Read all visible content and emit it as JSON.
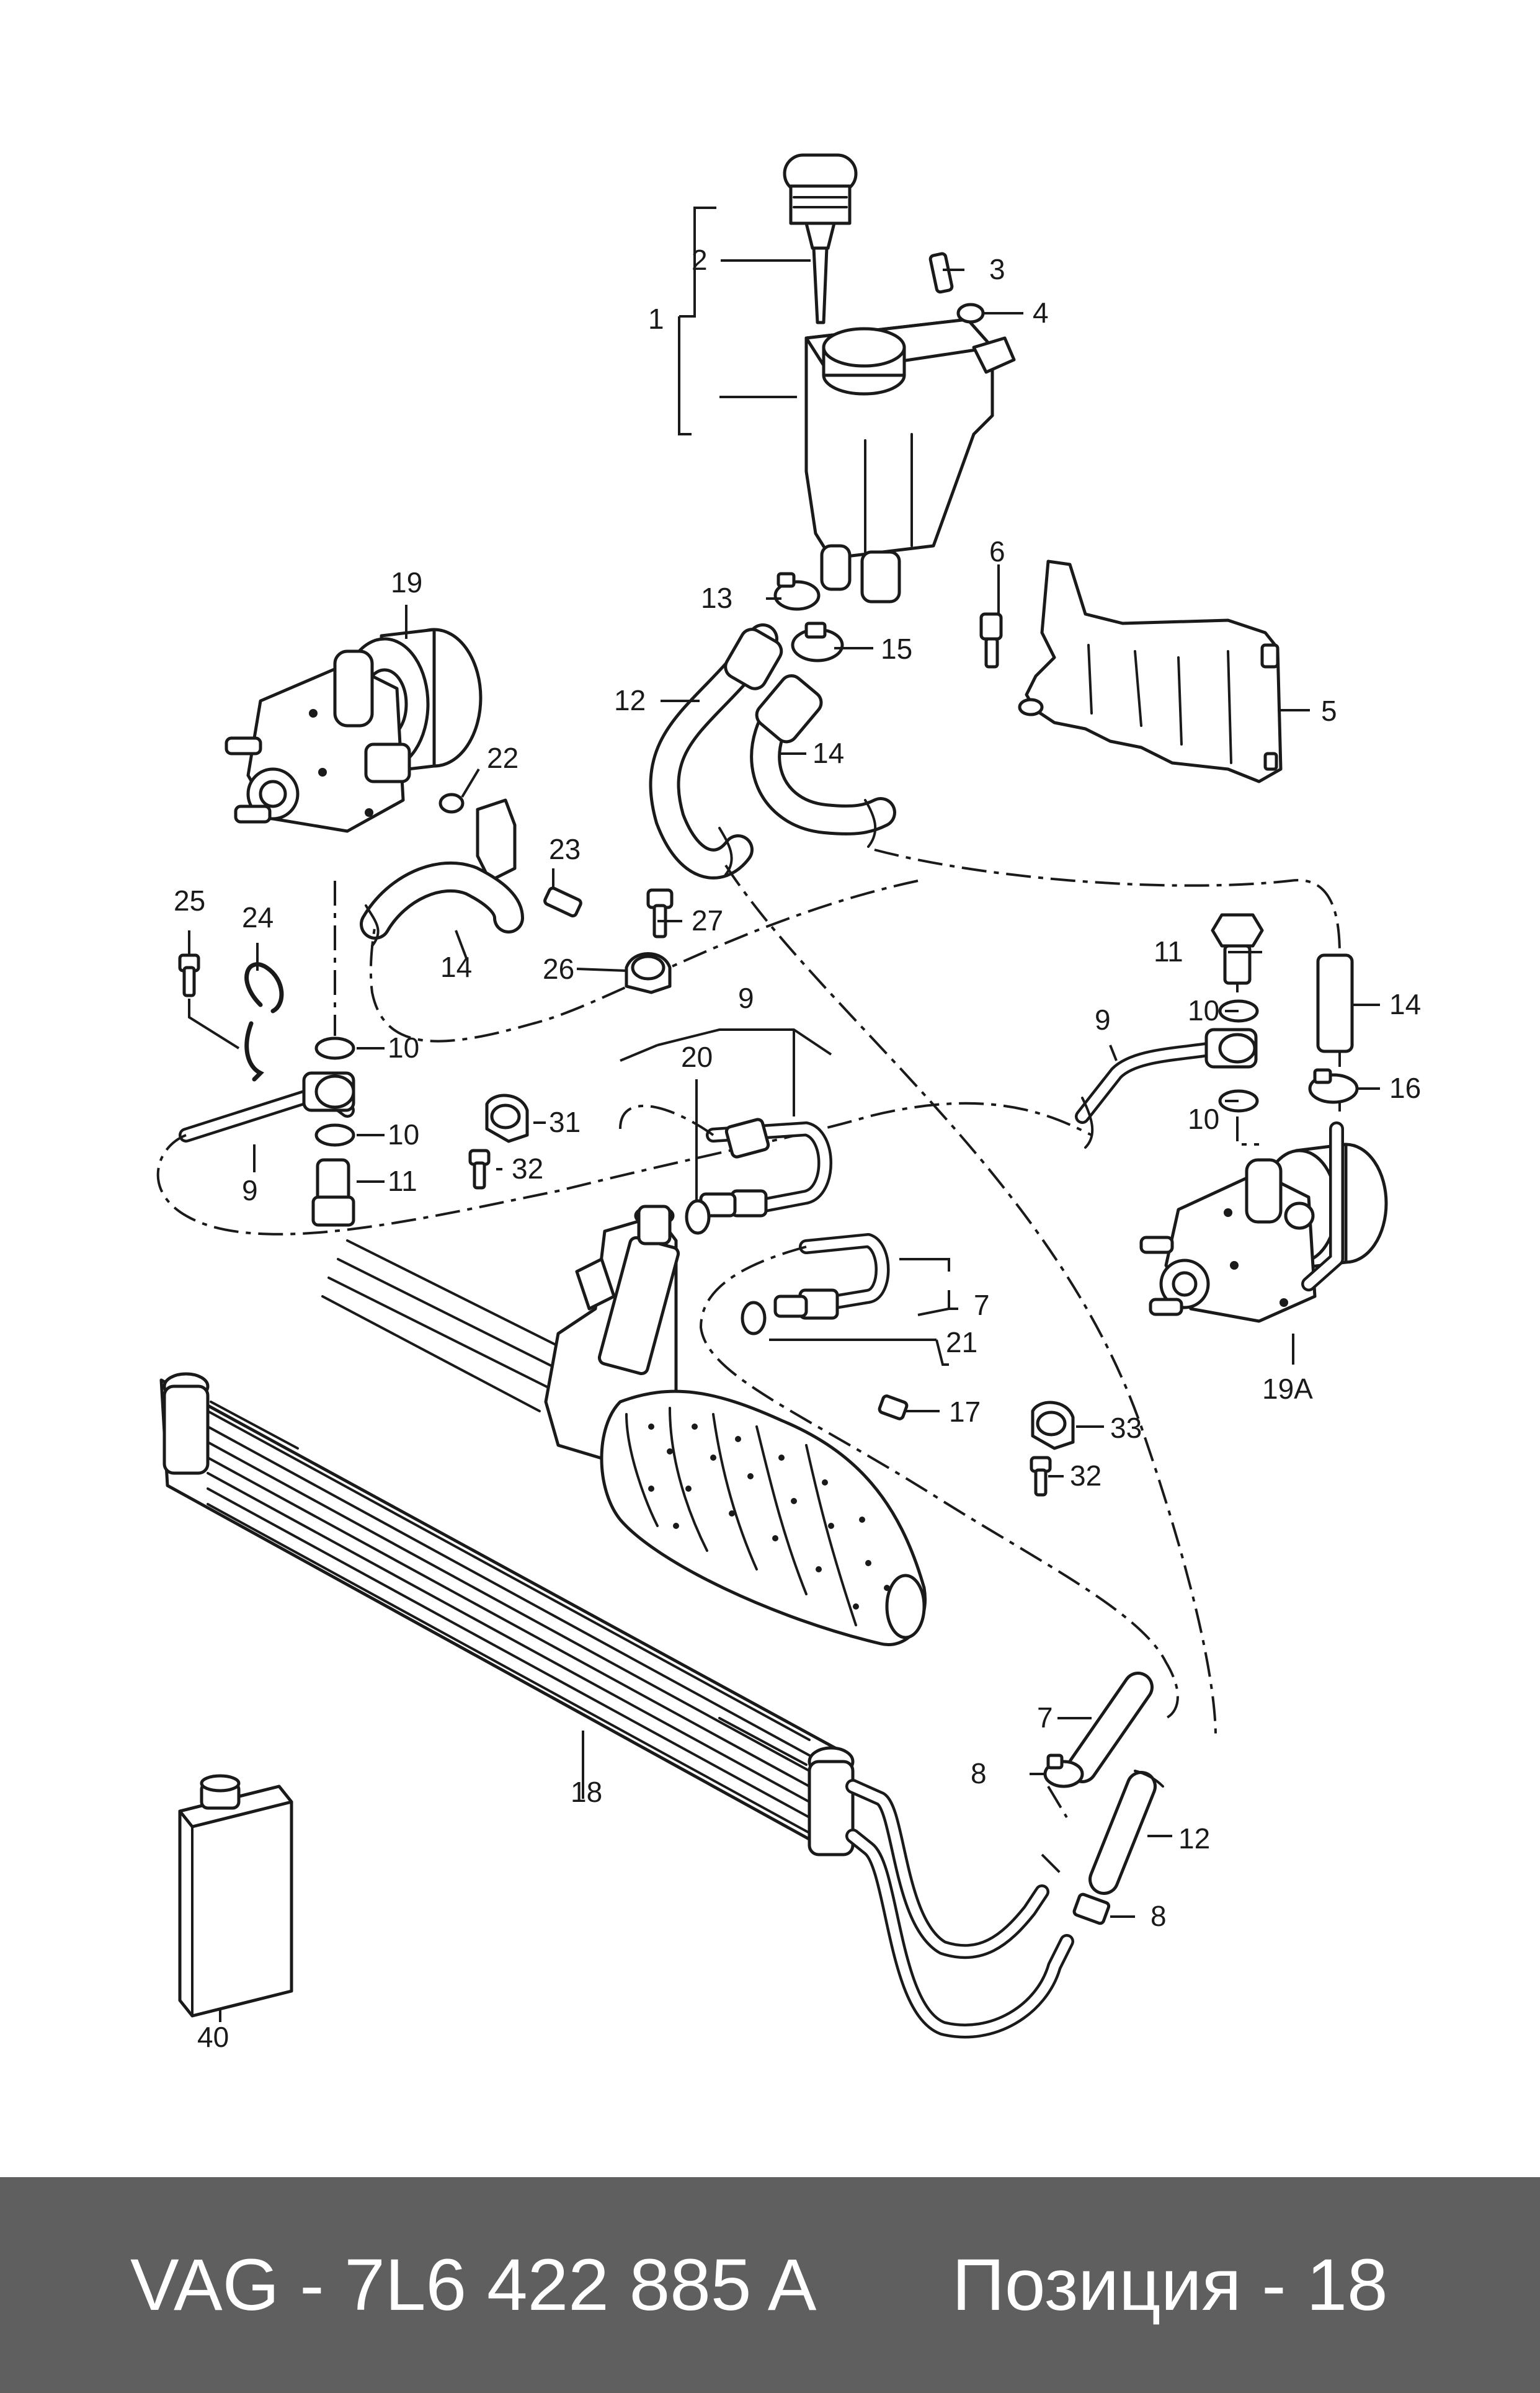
{
  "callouts": {
    "c1": "1",
    "c2": "2",
    "c3": "3",
    "c4": "4",
    "c5": "5",
    "c6": "6",
    "c7a": "7",
    "c7b": "7",
    "c8a": "8",
    "c8b": "8",
    "c9a": "9",
    "c9b": "9",
    "c9c": "9",
    "c10a": "10",
    "c10b": "10",
    "c10c": "10",
    "c10d": "10",
    "c11a": "11",
    "c11b": "11",
    "c12a": "12",
    "c12b": "12",
    "c13": "13",
    "c14a": "14",
    "c14b": "14",
    "c14c": "14",
    "c15": "15",
    "c16": "16",
    "c17": "17",
    "c18": "18",
    "c19": "19",
    "c19a": "19A",
    "c20": "20",
    "c21": "21",
    "c22": "22",
    "c23": "23",
    "c24": "24",
    "c25": "25",
    "c26": "26",
    "c27": "27",
    "c31": "31",
    "c32a": "32",
    "c32b": "32",
    "c33": "33",
    "c40": "40"
  },
  "footer": {
    "part_number": "VAG - 7L6 422 885 A",
    "position": "Позиция - 18"
  },
  "colors": {
    "line": "#1a1a1a",
    "footer_bg": "#5f5f5f",
    "footer_text": "#ffffff"
  }
}
